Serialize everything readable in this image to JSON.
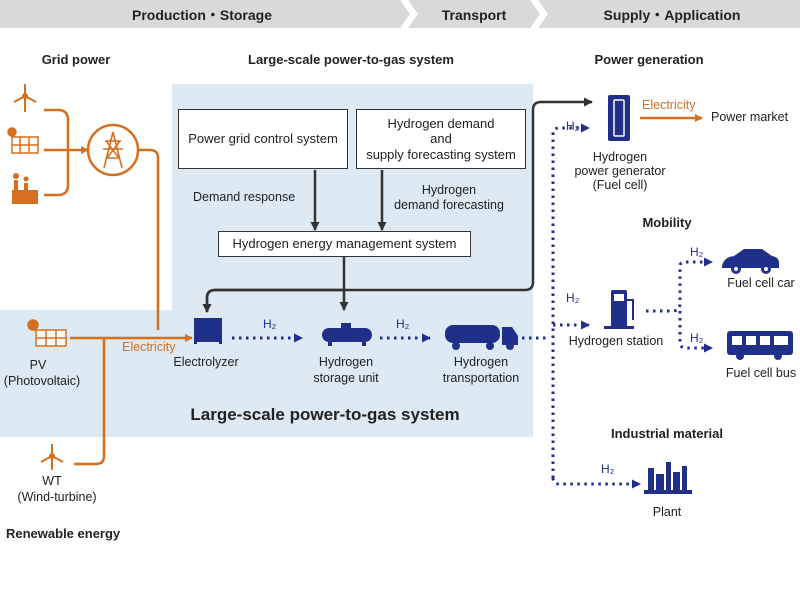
{
  "header": {
    "stage1": "Production・Storage",
    "stage2": "Transport",
    "stage3": "Supply・Application"
  },
  "grid_power_label": "Grid power",
  "renewable_label": "Renewable energy",
  "pv_label": "PV",
  "pv_sub": "(Photovoltaic)",
  "wt_label": "WT",
  "wt_sub": "(Wind-turbine)",
  "system_title_top": "Large-scale power-to-gas system",
  "system_title_bottom": "Large-scale power-to-gas system",
  "boxes": {
    "grid_control": "Power grid control system",
    "forecast_1": "Hydrogen demand",
    "forecast_2": "and",
    "forecast_3": "supply forecasting system",
    "hems": "Hydrogen energy management system"
  },
  "labels": {
    "demand_response": "Demand response",
    "h2_forecast_1": "Hydrogen",
    "h2_forecast_2": "demand forecasting",
    "electricity_left": "Electricity",
    "electricity_right": "Electricity",
    "power_market": "Power market",
    "h2": "H₂"
  },
  "components": {
    "electrolyzer": "Electrolyzer",
    "storage_1": "Hydrogen",
    "storage_2": "storage unit",
    "transport_1": "Hydrogen",
    "transport_2": "transportation"
  },
  "supply": {
    "power_generation": "Power generation",
    "generator_1": "Hydrogen",
    "generator_2": "power generator",
    "generator_3": "(Fuel cell)",
    "mobility": "Mobility",
    "station": "Hydrogen station",
    "car": "Fuel cell car",
    "bus": "Fuel cell bus",
    "industrial": "Industrial material",
    "plant": "Plant"
  },
  "colors": {
    "orange": "#d46f1f",
    "navy": "#1f2f8a",
    "panel": "#dde9f3",
    "header": "#d9d9d9"
  }
}
